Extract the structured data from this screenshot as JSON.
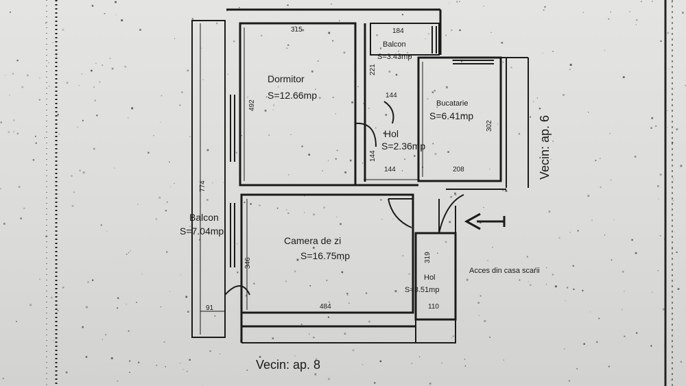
{
  "rooms": {
    "dormitor": {
      "name": "Dormitor",
      "area": "S=12.66mp"
    },
    "balcon_small": {
      "name": "Balcon",
      "area": "S=3.43mp"
    },
    "bucatarie": {
      "name": "Bucatarie",
      "area": "S=6.41mp"
    },
    "hol_top": {
      "name": "Hol",
      "area": "S=2.36mp"
    },
    "balcon_large": {
      "name": "Balcon",
      "area": "S=7.04mp"
    },
    "camera": {
      "name": "Camera de zi",
      "area": "S=16.75mp"
    },
    "hol_bottom": {
      "name": "Hol",
      "area": "S=3.51mp"
    }
  },
  "dimensions": {
    "d315": "315",
    "d184": "184",
    "d492": "492",
    "d221": "221",
    "d144a": "144",
    "d144b": "144",
    "d144c": "144",
    "d302": "302",
    "d208": "208",
    "d774": "774",
    "d346": "346",
    "d484": "484",
    "d91": "91",
    "d319": "319",
    "d110": "110"
  },
  "labels": {
    "neighbor_right": "Vecin: ap. 6",
    "neighbor_bottom": "Vecin: ap. 8",
    "access": "Acces din casa scarii"
  },
  "colors": {
    "ink": "#1a1a1a",
    "paper": "#e2e2e0"
  }
}
